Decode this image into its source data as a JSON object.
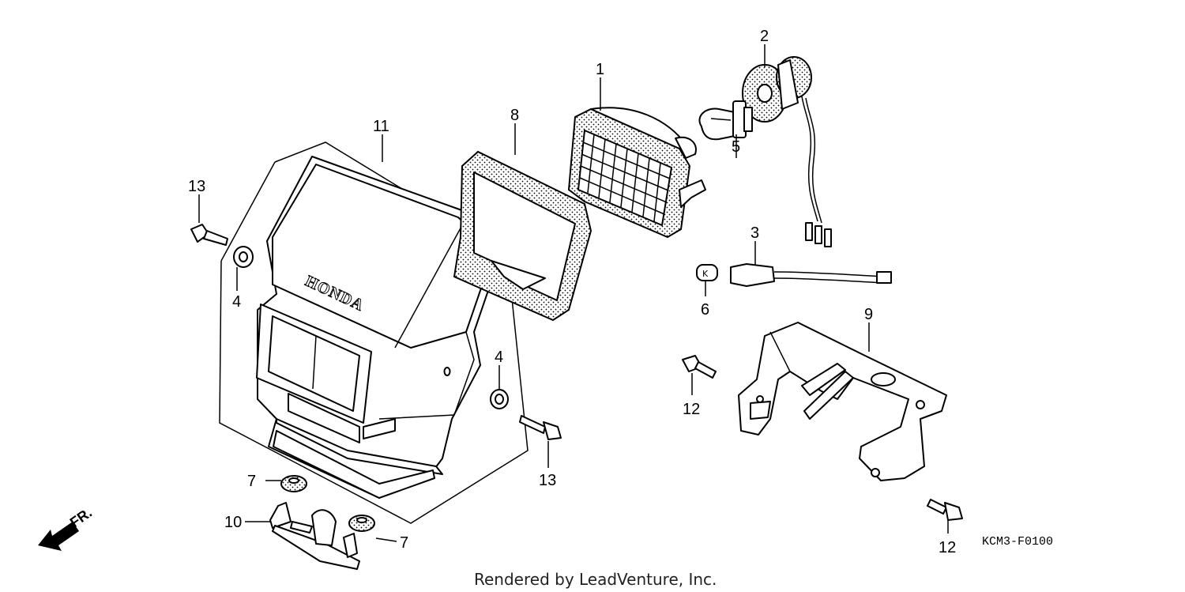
{
  "callouts": [
    "1",
    "2",
    "3",
    "4",
    "4",
    "5",
    "6",
    "7",
    "7",
    "8",
    "9",
    "10",
    "11",
    "12",
    "12",
    "13",
    "13"
  ],
  "emblem_text": "HONDA",
  "front_marker": "FR.",
  "part_code": "KCM3-F0100",
  "credit": "Rendered by LeadVenture, Inc."
}
